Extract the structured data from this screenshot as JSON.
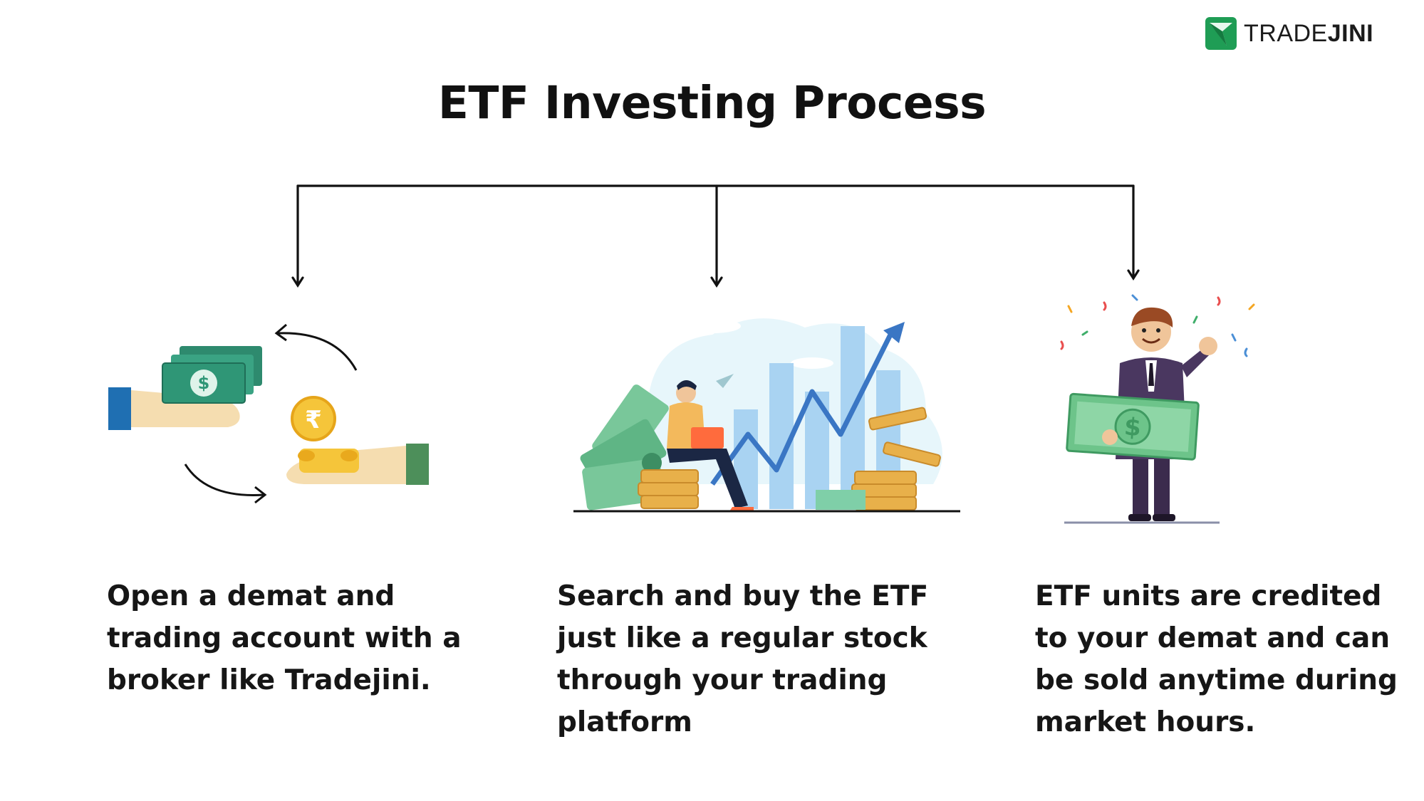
{
  "brand": {
    "name_regular": "TRADE",
    "name_bold": "JINI",
    "colors": {
      "green": "#1f9d55",
      "text": "#1b1b1b"
    }
  },
  "title": "ETF Investing Process",
  "steps": [
    {
      "text_lines": [
        "Open a demat and",
        "trading account with a",
        "broker like Tradejini."
      ],
      "illustration": "money-exchange-hands"
    },
    {
      "text_lines": [
        "Search and buy the ETF",
        "just like a regular stock",
        "through your trading",
        "platform"
      ],
      "illustration": "investor-laptop-growth-chart"
    },
    {
      "text_lines": [
        "ETF units are credited",
        "to your demat and can",
        "be sold anytime during",
        "market hours."
      ],
      "illustration": "happy-man-holding-banknote"
    }
  ],
  "icons": {
    "dollar": "$",
    "rupee": "₹"
  }
}
